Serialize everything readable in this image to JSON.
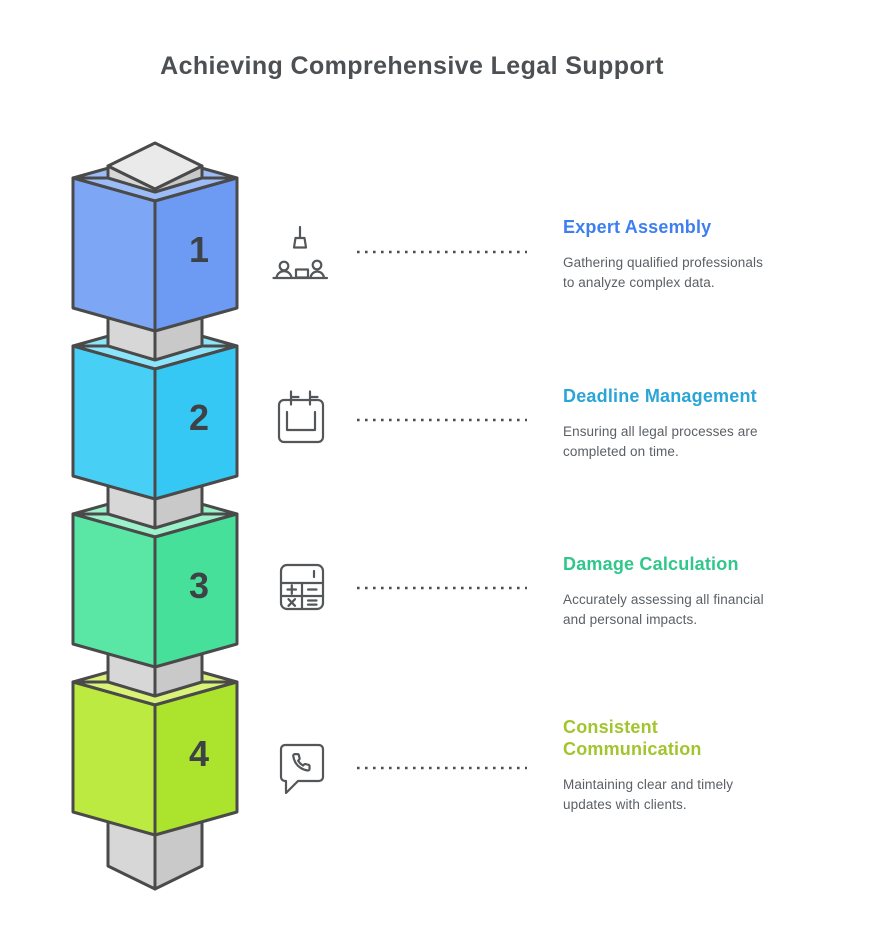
{
  "title": "Achieving Comprehensive Legal Support",
  "title_color": "#4c5053",
  "outline_color": "#4a4a4a",
  "body_text_color": "#5b6065",
  "pillar_color": "#d4d4d4",
  "steps": [
    {
      "number": "1",
      "heading": "Expert Assembly",
      "heading_color": "#3d7ff1",
      "description": "Gathering qualified professionals\nto analyze complex data.",
      "icon": "meeting-people-icon",
      "block_colors": {
        "top": "#9cbcf8",
        "left": "#7da6f4",
        "right": "#6d9bf3"
      }
    },
    {
      "number": "2",
      "heading": "Deadline Management",
      "heading_color": "#2aa5d8",
      "description": "Ensuring all legal processes are\ncompleted on time.",
      "icon": "calendar-icon",
      "block_colors": {
        "top": "#8ce4fa",
        "left": "#48cff6",
        "right": "#35c8f4"
      }
    },
    {
      "number": "3",
      "heading": "Damage Calculation",
      "heading_color": "#30c78b",
      "description": "Accurately assessing all financial\nand personal impacts.",
      "icon": "calculator-icon",
      "block_colors": {
        "top": "#9bf2ca",
        "left": "#5ae7a6",
        "right": "#47e09a"
      }
    },
    {
      "number": "4",
      "heading": "Consistent\nCommunication",
      "heading_color": "#a2c52e",
      "description": "Maintaining clear and timely\nupdates with clients.",
      "icon": "phone-chat-icon",
      "block_colors": {
        "top": "#d8f378",
        "left": "#bdea40",
        "right": "#ace32d"
      }
    }
  ]
}
